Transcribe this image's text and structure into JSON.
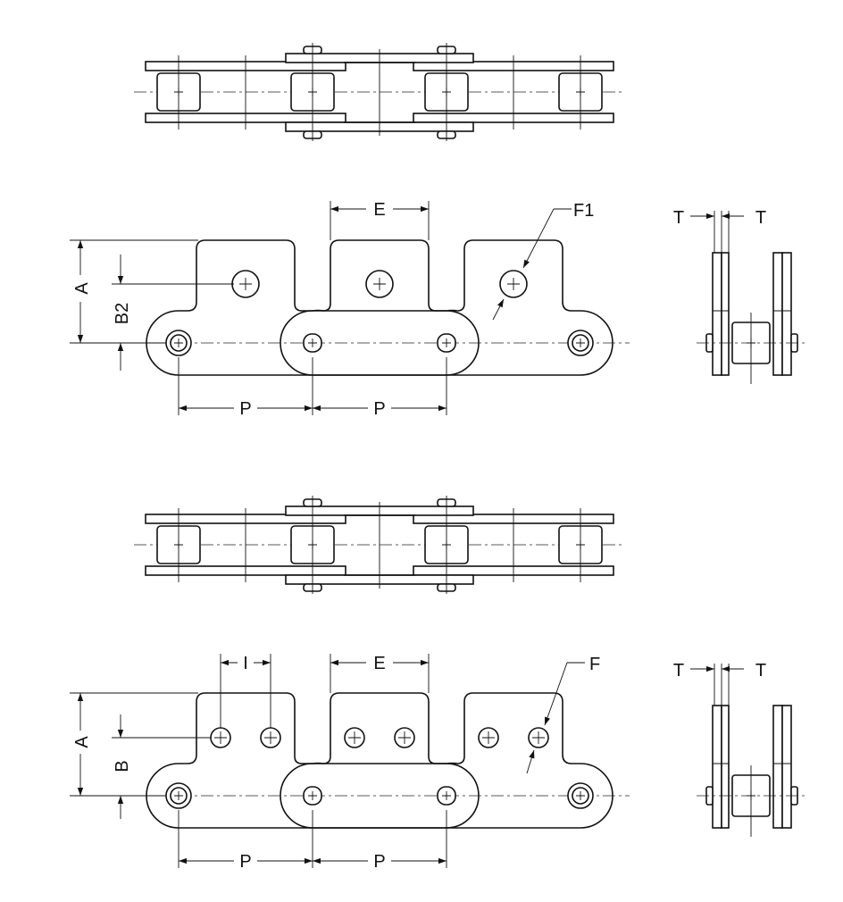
{
  "labels": {
    "pitch": "P",
    "attachment_spacing": "E",
    "hole_dia_top": "F1",
    "hole_dia_bottom": "F",
    "height": "A",
    "hole_height_top": "B2",
    "hole_height_bottom": "B",
    "hole_spacing": "I",
    "thickness": "T"
  }
}
